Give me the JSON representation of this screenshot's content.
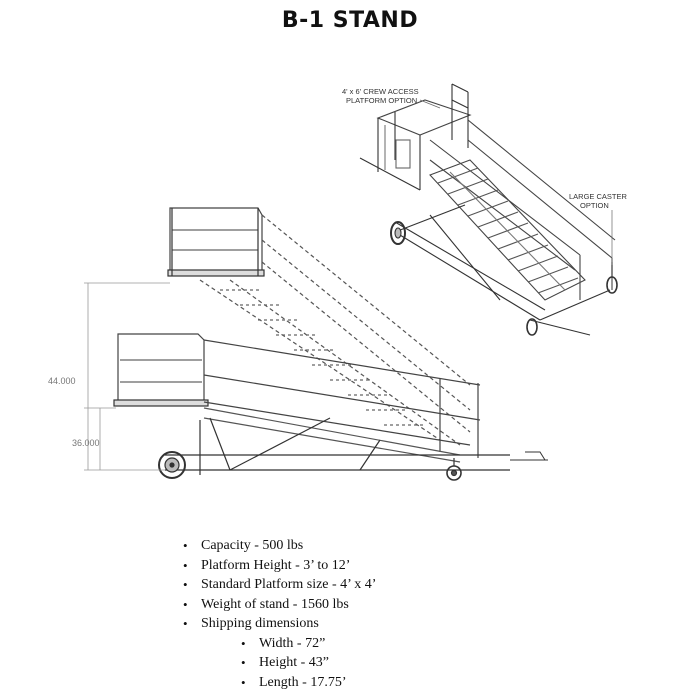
{
  "title": "B-1 STAND",
  "drawing": {
    "callout_crew_access_line1": "4' x 6' CREW ACCESS",
    "callout_crew_access_line2": "PLATFORM OPTION",
    "callout_caster_line1": "LARGE CASTER",
    "callout_caster_line2": "OPTION",
    "dimension_upper": "44.000",
    "dimension_lower": "36.000"
  },
  "specs": {
    "capacity": "Capacity - 500 lbs",
    "platform_height": "Platform Height - 3’ to 12’",
    "platform_size": "Standard Platform size - 4’ x 4’",
    "weight": "Weight of stand - 1560 lbs",
    "shipping": "Shipping dimensions",
    "shipping_items": [
      "Width - 72”",
      "Height - 43”",
      "Length - 17.75’"
    ]
  }
}
